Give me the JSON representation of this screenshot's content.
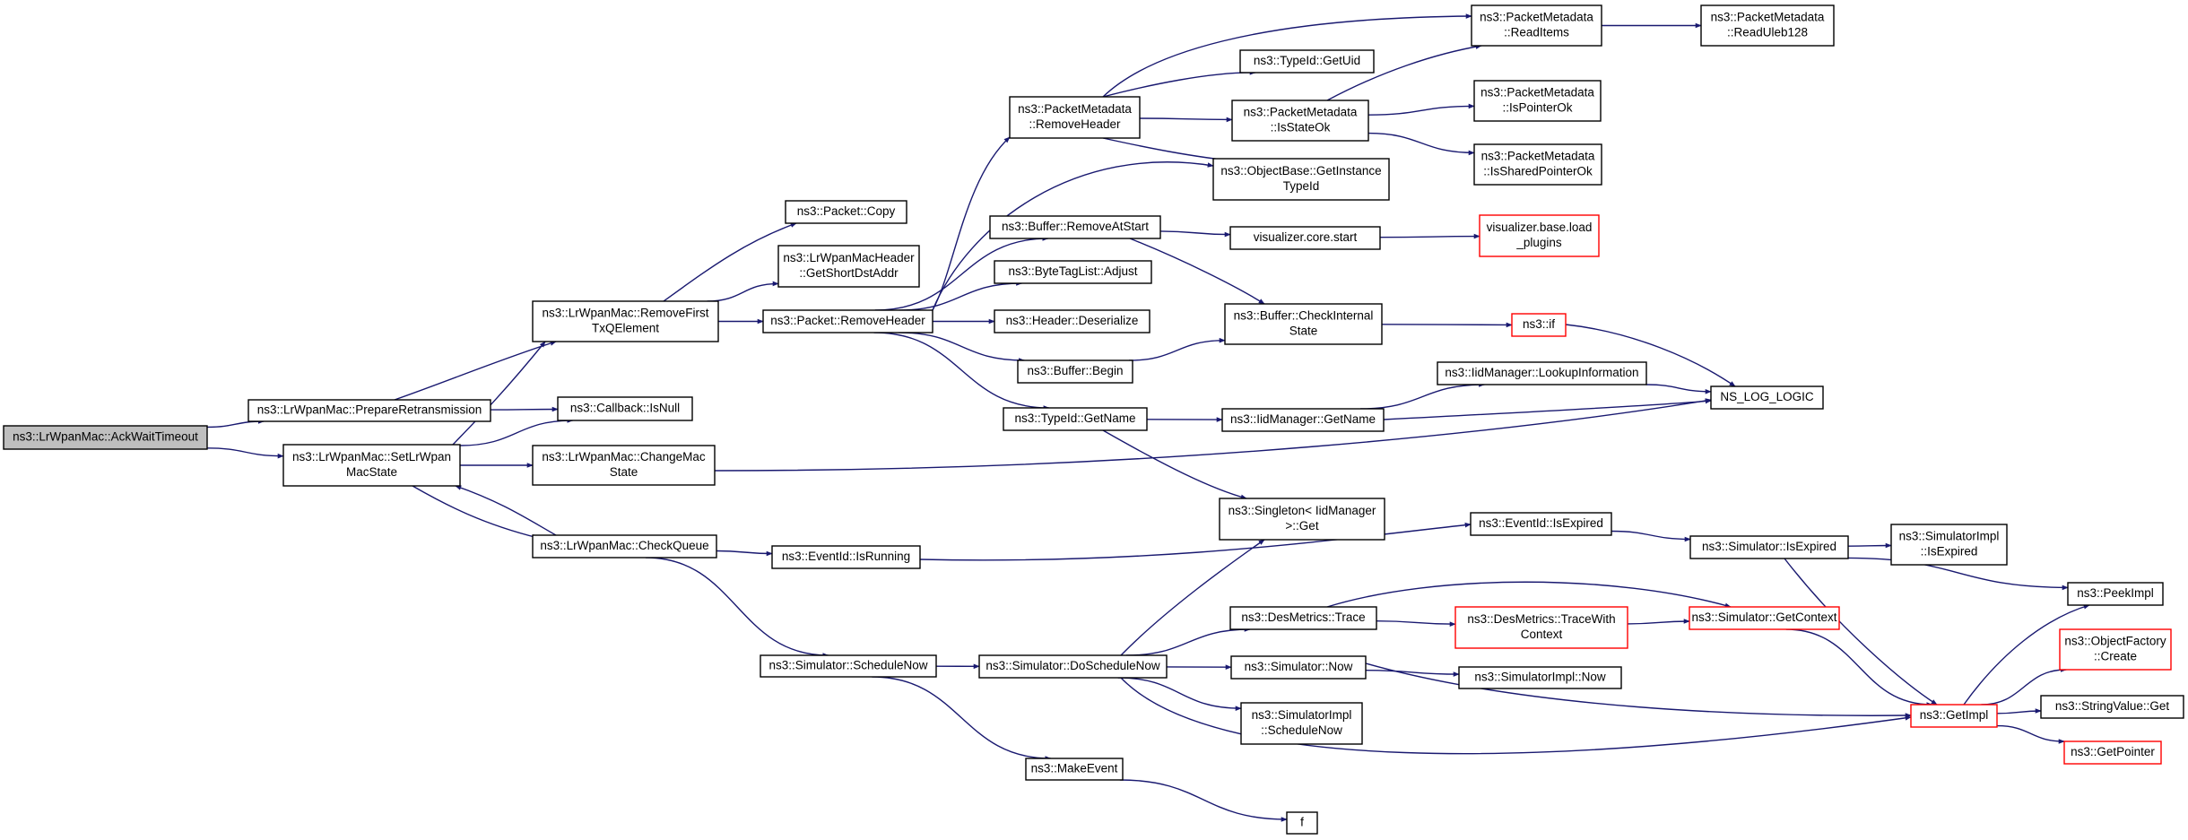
{
  "graph": {
    "edge_color": "#191970",
    "truncated_border_color": "#ff0000",
    "root_fill": "#bfbfbf",
    "nodes": [
      {
        "id": "n0",
        "lines": [
          "ns3::LrWpanMac::AckWaitTimeout"
        ],
        "root": true
      },
      {
        "id": "n1",
        "lines": [
          "ns3::LrWpanMac::PrepareRetransmission"
        ]
      },
      {
        "id": "n2",
        "lines": [
          "ns3::LrWpanMac::SetLrWpan",
          "MacState"
        ]
      },
      {
        "id": "n3",
        "lines": [
          "ns3::LrWpanMac::RemoveFirst",
          "TxQElement"
        ]
      },
      {
        "id": "n4",
        "lines": [
          "ns3::Callback::IsNull"
        ]
      },
      {
        "id": "n5",
        "lines": [
          "ns3::LrWpanMac::ChangeMac",
          "State"
        ]
      },
      {
        "id": "n6",
        "lines": [
          "ns3::LrWpanMac::CheckQueue"
        ]
      },
      {
        "id": "n7",
        "lines": [
          "ns3::Packet::Copy"
        ]
      },
      {
        "id": "n8",
        "lines": [
          "ns3::LrWpanMacHeader",
          "::GetShortDstAddr"
        ]
      },
      {
        "id": "n9",
        "lines": [
          "ns3::Packet::RemoveHeader"
        ]
      },
      {
        "id": "n10",
        "lines": [
          "ns3::EventId::IsRunning"
        ]
      },
      {
        "id": "n11",
        "lines": [
          "ns3::Simulator::ScheduleNow"
        ]
      },
      {
        "id": "n12",
        "lines": [
          "ns3::PacketMetadata",
          "::RemoveHeader"
        ]
      },
      {
        "id": "n13",
        "lines": [
          "ns3::Buffer::RemoveAtStart"
        ]
      },
      {
        "id": "n14",
        "lines": [
          "ns3::ByteTagList::Adjust"
        ]
      },
      {
        "id": "n15",
        "lines": [
          "ns3::Header::Deserialize"
        ]
      },
      {
        "id": "n16",
        "lines": [
          "ns3::Buffer::Begin"
        ]
      },
      {
        "id": "n17",
        "lines": [
          "ns3::TypeId::GetName"
        ]
      },
      {
        "id": "n18",
        "lines": [
          "ns3::Simulator::DoScheduleNow"
        ]
      },
      {
        "id": "n19",
        "lines": [
          "ns3::MakeEvent"
        ]
      },
      {
        "id": "n20",
        "lines": [
          "ns3::TypeId::GetUid"
        ]
      },
      {
        "id": "n21",
        "lines": [
          "ns3::PacketMetadata",
          "::IsStateOk"
        ]
      },
      {
        "id": "n22",
        "lines": [
          "ns3::ObjectBase::GetInstance",
          "TypeId"
        ]
      },
      {
        "id": "n23",
        "lines": [
          "visualizer.core.start"
        ]
      },
      {
        "id": "n24",
        "lines": [
          "ns3::Buffer::CheckInternal",
          "State"
        ]
      },
      {
        "id": "n25",
        "lines": [
          "ns3::IidManager::GetName"
        ]
      },
      {
        "id": "n26",
        "lines": [
          "ns3::Singleton< IidManager",
          ">::Get"
        ]
      },
      {
        "id": "n27",
        "lines": [
          "ns3::DesMetrics::Trace"
        ]
      },
      {
        "id": "n28",
        "lines": [
          "ns3::Simulator::Now"
        ]
      },
      {
        "id": "n29",
        "lines": [
          "ns3::SimulatorImpl",
          "::ScheduleNow"
        ]
      },
      {
        "id": "n30",
        "lines": [
          "f"
        ]
      },
      {
        "id": "n31",
        "lines": [
          "ns3::DesMetrics::TraceWith",
          "Context"
        ],
        "truncated": true
      },
      {
        "id": "n32",
        "lines": [
          "ns3::PacketMetadata",
          "::ReadItems"
        ]
      },
      {
        "id": "n33",
        "lines": [
          "ns3::PacketMetadata",
          "::IsPointerOk"
        ]
      },
      {
        "id": "n34",
        "lines": [
          "ns3::PacketMetadata",
          "::IsSharedPointerOk"
        ]
      },
      {
        "id": "n35",
        "lines": [
          "visualizer.base.load",
          "_plugins"
        ],
        "truncated": true
      },
      {
        "id": "n36",
        "lines": [
          "ns3::if"
        ],
        "truncated": true
      },
      {
        "id": "n37",
        "lines": [
          "ns3::IidManager::LookupInformation"
        ]
      },
      {
        "id": "n38",
        "lines": [
          "ns3::EventId::IsExpired"
        ]
      },
      {
        "id": "n39",
        "lines": [
          "ns3::Simulator::GetContext"
        ],
        "truncated": true
      },
      {
        "id": "n40",
        "lines": [
          "ns3::SimulatorImpl::Now"
        ]
      },
      {
        "id": "n41",
        "lines": [
          "ns3::GetImpl"
        ],
        "truncated": true
      },
      {
        "id": "n42",
        "lines": [
          "ns3::PacketMetadata",
          "::ReadUleb128"
        ]
      },
      {
        "id": "n43",
        "lines": [
          "NS_LOG_LOGIC"
        ]
      },
      {
        "id": "n44",
        "lines": [
          "ns3::Simulator::IsExpired"
        ]
      },
      {
        "id": "n45",
        "lines": [
          "ns3::SimulatorImpl",
          "::IsExpired"
        ]
      },
      {
        "id": "n46",
        "lines": [
          "ns3::PeekImpl"
        ]
      },
      {
        "id": "n47",
        "lines": [
          "ns3::ObjectFactory",
          "::Create"
        ],
        "truncated": true
      },
      {
        "id": "n48",
        "lines": [
          "ns3::StringValue::Get"
        ]
      },
      {
        "id": "n49",
        "lines": [
          "ns3::GetPointer"
        ],
        "truncated": true
      }
    ],
    "edges": [
      [
        "n0",
        "n1"
      ],
      [
        "n0",
        "n2"
      ],
      [
        "n1",
        "n3"
      ],
      [
        "n1",
        "n4"
      ],
      [
        "n2",
        "n3"
      ],
      [
        "n2",
        "n4"
      ],
      [
        "n2",
        "n5"
      ],
      [
        "n2",
        "n6"
      ],
      [
        "n6",
        "n2"
      ],
      [
        "n3",
        "n7"
      ],
      [
        "n3",
        "n8"
      ],
      [
        "n3",
        "n9"
      ],
      [
        "n6",
        "n10"
      ],
      [
        "n6",
        "n11"
      ],
      [
        "n9",
        "n12"
      ],
      [
        "n9",
        "n13"
      ],
      [
        "n9",
        "n14"
      ],
      [
        "n9",
        "n15"
      ],
      [
        "n9",
        "n16"
      ],
      [
        "n9",
        "n17"
      ],
      [
        "n9",
        "n22"
      ],
      [
        "n12",
        "n32"
      ],
      [
        "n12",
        "n20"
      ],
      [
        "n12",
        "n21"
      ],
      [
        "n12",
        "n22"
      ],
      [
        "n21",
        "n32"
      ],
      [
        "n21",
        "n33"
      ],
      [
        "n21",
        "n34"
      ],
      [
        "n32",
        "n42"
      ],
      [
        "n13",
        "n23"
      ],
      [
        "n13",
        "n24"
      ],
      [
        "n23",
        "n35"
      ],
      [
        "n16",
        "n24"
      ],
      [
        "n24",
        "n36"
      ],
      [
        "n36",
        "n43"
      ],
      [
        "n17",
        "n25"
      ],
      [
        "n17",
        "n26"
      ],
      [
        "n25",
        "n37"
      ],
      [
        "n25",
        "n43"
      ],
      [
        "n37",
        "n43"
      ],
      [
        "n5",
        "n43"
      ],
      [
        "n10",
        "n38"
      ],
      [
        "n38",
        "n44"
      ],
      [
        "n44",
        "n45"
      ],
      [
        "n44",
        "n46"
      ],
      [
        "n44",
        "n41"
      ],
      [
        "n11",
        "n18"
      ],
      [
        "n11",
        "n19"
      ],
      [
        "n19",
        "n30"
      ],
      [
        "n18",
        "n26"
      ],
      [
        "n18",
        "n27"
      ],
      [
        "n18",
        "n28"
      ],
      [
        "n18",
        "n29"
      ],
      [
        "n18",
        "n41"
      ],
      [
        "n27",
        "n31"
      ],
      [
        "n27",
        "n39"
      ],
      [
        "n31",
        "n39"
      ],
      [
        "n28",
        "n40"
      ],
      [
        "n28",
        "n41"
      ],
      [
        "n39",
        "n41"
      ],
      [
        "n41",
        "n46"
      ],
      [
        "n41",
        "n47"
      ],
      [
        "n41",
        "n48"
      ],
      [
        "n41",
        "n49"
      ]
    ]
  }
}
